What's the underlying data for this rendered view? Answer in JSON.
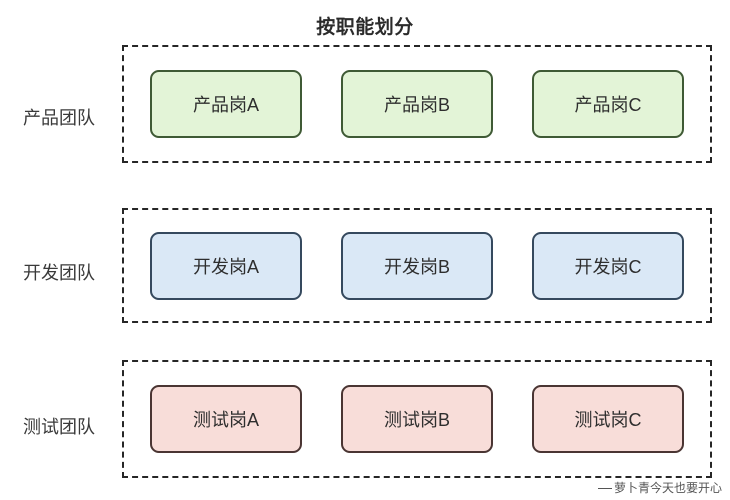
{
  "diagram": {
    "title": "按职能划分",
    "groups": [
      {
        "label": "产品团队",
        "color": "#e3f4d7",
        "nodes": [
          {
            "label": "产品岗A"
          },
          {
            "label": "产品岗B"
          },
          {
            "label": "产品岗C"
          }
        ]
      },
      {
        "label": "开发团队",
        "color": "#dae8f6",
        "nodes": [
          {
            "label": "开发岗A"
          },
          {
            "label": "开发岗B"
          },
          {
            "label": "开发岗C"
          }
        ]
      },
      {
        "label": "测试团队",
        "color": "#f8ddd9",
        "nodes": [
          {
            "label": "测试岗A"
          },
          {
            "label": "测试岗B"
          },
          {
            "label": "测试岗C"
          }
        ]
      }
    ]
  },
  "watermark": {
    "text": "萝卜青今天也要开心"
  }
}
